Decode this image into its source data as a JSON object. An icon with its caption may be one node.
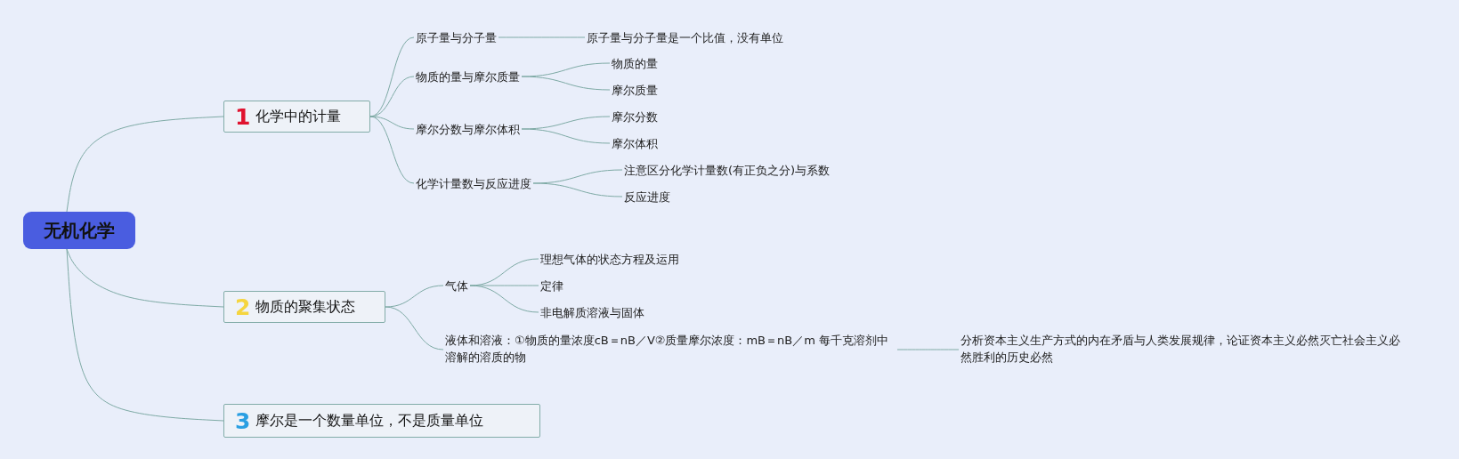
{
  "diagram": {
    "nodes": [
      {
        "text": [
          "无机化学"
        ]
      },
      {
        "text": [
          "1",
          "化学中的计量"
        ]
      },
      {
        "text": [
          "原子量与分子量"
        ]
      },
      {
        "text": [
          "原子量与分子量是一个比值，没有单位"
        ]
      },
      {
        "text": [
          "物质的量与摩尔质量"
        ]
      },
      {
        "text": [
          "物质的量"
        ]
      },
      {
        "text": [
          "摩尔质量"
        ]
      },
      {
        "text": [
          "摩尔分数与摩尔体积"
        ]
      },
      {
        "text": [
          "摩尔分数"
        ]
      },
      {
        "text": [
          "摩尔体积"
        ]
      },
      {
        "text": [
          "化学计量数与反应进度"
        ]
      },
      {
        "text": [
          "注意区分化学计量数(有正负之分)与系数"
        ]
      },
      {
        "text": [
          "反应进度"
        ]
      },
      {
        "text": [
          "2",
          "物质的聚集状态"
        ]
      },
      {
        "text": [
          "气体"
        ]
      },
      {
        "text": [
          "理想气体的状态方程及运用"
        ]
      },
      {
        "text": [
          "定律"
        ]
      },
      {
        "text": [
          "非电解质溶液与固体"
        ]
      },
      {
        "text": [
          "液体和溶液：①物质的量浓度cB＝nB／V②质量摩尔浓度：mB＝nB／m 每千克溶剂中溶解的溶质的物"
        ]
      },
      {
        "text": [
          "分析资本主义生产方式的内在矛盾与人类发展规律，论证资本主义必然灭亡社会主义必然胜利的历史必然"
        ]
      },
      {
        "text": [
          "3",
          "摩尔是一个数量单位，不是质量单位"
        ]
      }
    ],
    "edges": [
      {
        "from": 0,
        "to": 1,
        "arrow": "none"
      },
      {
        "from": 0,
        "to": 13,
        "arrow": "none"
      },
      {
        "from": 0,
        "to": 20,
        "arrow": "none"
      },
      {
        "from": 1,
        "to": 2,
        "arrow": "none"
      },
      {
        "from": 1,
        "to": 4,
        "arrow": "none"
      },
      {
        "from": 1,
        "to": 7,
        "arrow": "none"
      },
      {
        "from": 1,
        "to": 10,
        "arrow": "none"
      },
      {
        "from": 2,
        "to": 3,
        "arrow": "none"
      },
      {
        "from": 4,
        "to": 5,
        "arrow": "none"
      },
      {
        "from": 4,
        "to": 6,
        "arrow": "none"
      },
      {
        "from": 7,
        "to": 8,
        "arrow": "none"
      },
      {
        "from": 7,
        "to": 9,
        "arrow": "none"
      },
      {
        "from": 10,
        "to": 11,
        "arrow": "none"
      },
      {
        "from": 10,
        "to": 12,
        "arrow": "none"
      },
      {
        "from": 13,
        "to": 14,
        "arrow": "none"
      },
      {
        "from": 13,
        "to": 18,
        "arrow": "none"
      },
      {
        "from": 14,
        "to": 15,
        "arrow": "none"
      },
      {
        "from": 14,
        "to": 16,
        "arrow": "none"
      },
      {
        "from": 14,
        "to": 17,
        "arrow": "none"
      },
      {
        "from": 18,
        "to": 19,
        "arrow": "none"
      }
    ]
  }
}
